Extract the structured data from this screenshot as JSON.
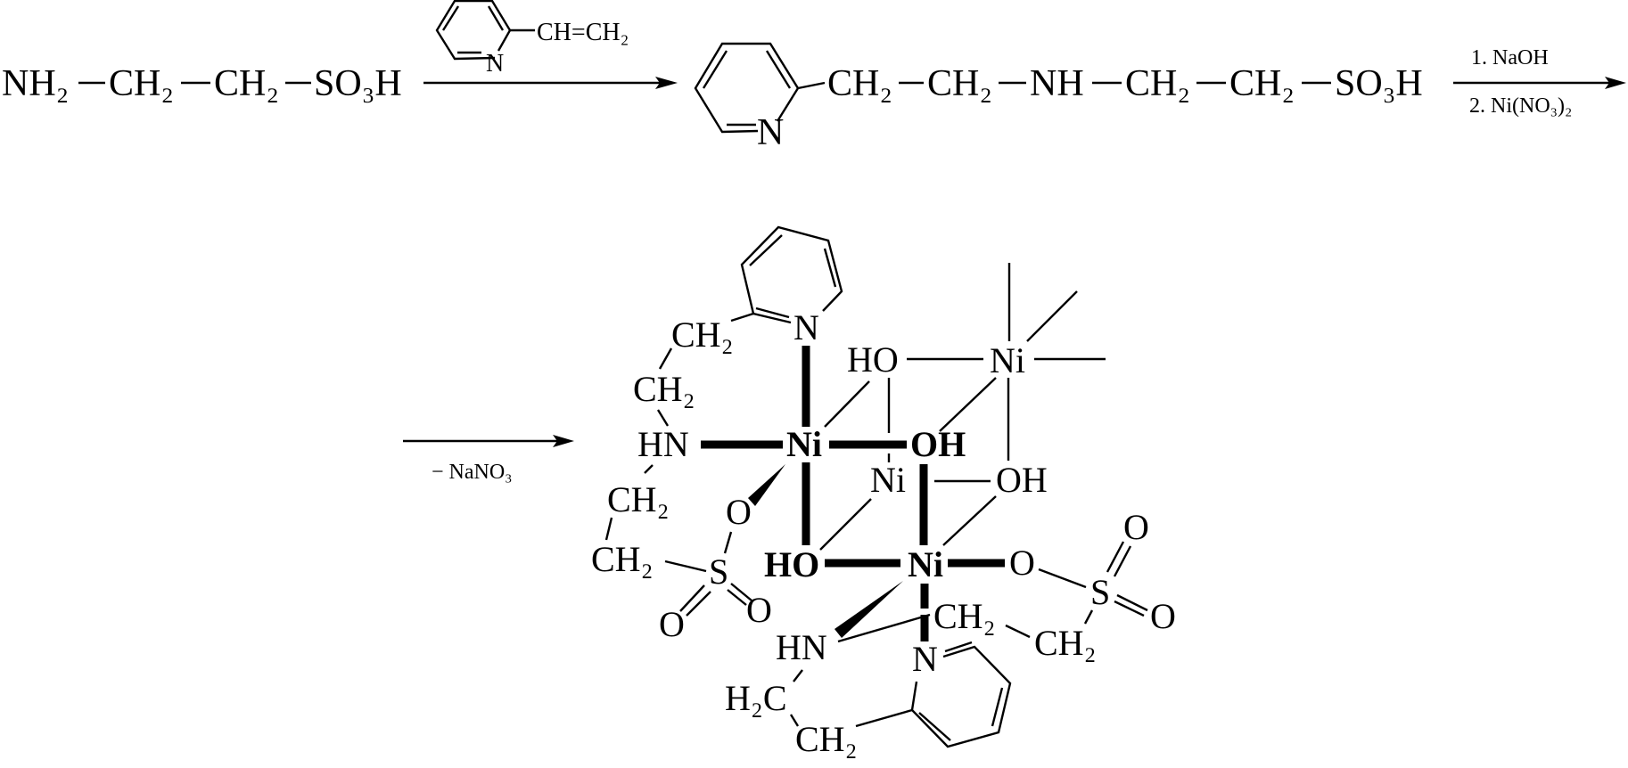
{
  "reaction": {
    "reactant": {
      "atoms": [
        "NH₂",
        "CH₂",
        "CH₂",
        "SO₃H"
      ]
    },
    "step1": {
      "reagent_ring_n": "N",
      "reagent_substituent": "CH=CH₂"
    },
    "intermediate": {
      "ring_n": "N",
      "atoms": [
        "CH₂",
        "CH₂",
        "NH",
        "CH₂",
        "CH₂",
        "SO₃H"
      ]
    },
    "step2": {
      "conditions": [
        "1. NaOH",
        "2. Ni(NO₃)₂"
      ]
    },
    "step3": {
      "byproduct": "− NaNO₃"
    },
    "product": {
      "labels": [
        "N",
        "CH₂",
        "CH₂",
        "HN",
        "Ni",
        "OH",
        "HO",
        "Ni",
        "Ni",
        "OH",
        "CH₂",
        "O",
        "CH₂",
        "S",
        "O",
        "O",
        "HO",
        "Ni",
        "O",
        "S",
        "O",
        "O",
        "CH₂",
        "CH₂",
        "HN",
        "N",
        "H₂C",
        "CH₂"
      ]
    }
  }
}
